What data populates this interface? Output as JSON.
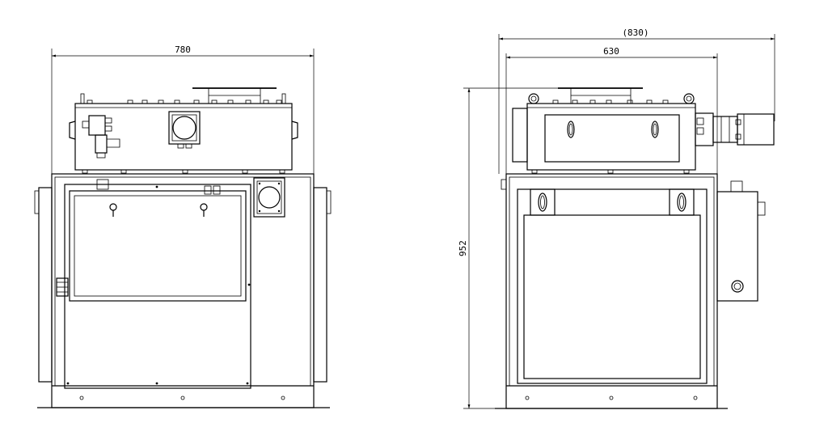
{
  "drawing": {
    "front_view": {
      "width_label": "780"
    },
    "side_view": {
      "overall_width_label": "(830)",
      "body_width_label": "630",
      "height_label": "952"
    }
  }
}
